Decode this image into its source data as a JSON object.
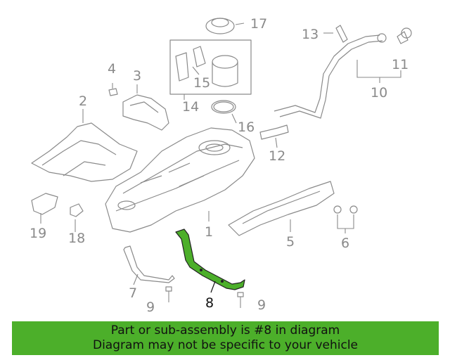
{
  "diagram": {
    "callouts": [
      {
        "id": "1",
        "label": "1"
      },
      {
        "id": "2",
        "label": "2"
      },
      {
        "id": "3",
        "label": "3"
      },
      {
        "id": "4",
        "label": "4"
      },
      {
        "id": "5",
        "label": "5"
      },
      {
        "id": "6",
        "label": "6"
      },
      {
        "id": "7",
        "label": "7"
      },
      {
        "id": "8",
        "label": "8"
      },
      {
        "id": "9a",
        "label": "9"
      },
      {
        "id": "9b",
        "label": "9"
      },
      {
        "id": "10",
        "label": "10"
      },
      {
        "id": "11",
        "label": "11"
      },
      {
        "id": "12",
        "label": "12"
      },
      {
        "id": "13",
        "label": "13"
      },
      {
        "id": "14",
        "label": "14"
      },
      {
        "id": "15",
        "label": "15"
      },
      {
        "id": "16",
        "label": "16"
      },
      {
        "id": "17",
        "label": "17"
      },
      {
        "id": "18",
        "label": "18"
      },
      {
        "id": "19",
        "label": "19"
      }
    ],
    "highlight_part": "8",
    "colors": {
      "highlight_fill": "#4caf2a",
      "line": "#8a8a8a",
      "banner_bg": "#4caf2a"
    }
  },
  "banner": {
    "line1": "Part or sub-assembly is #8 in diagram",
    "line2": "Diagram may not be specific to your vehicle"
  }
}
